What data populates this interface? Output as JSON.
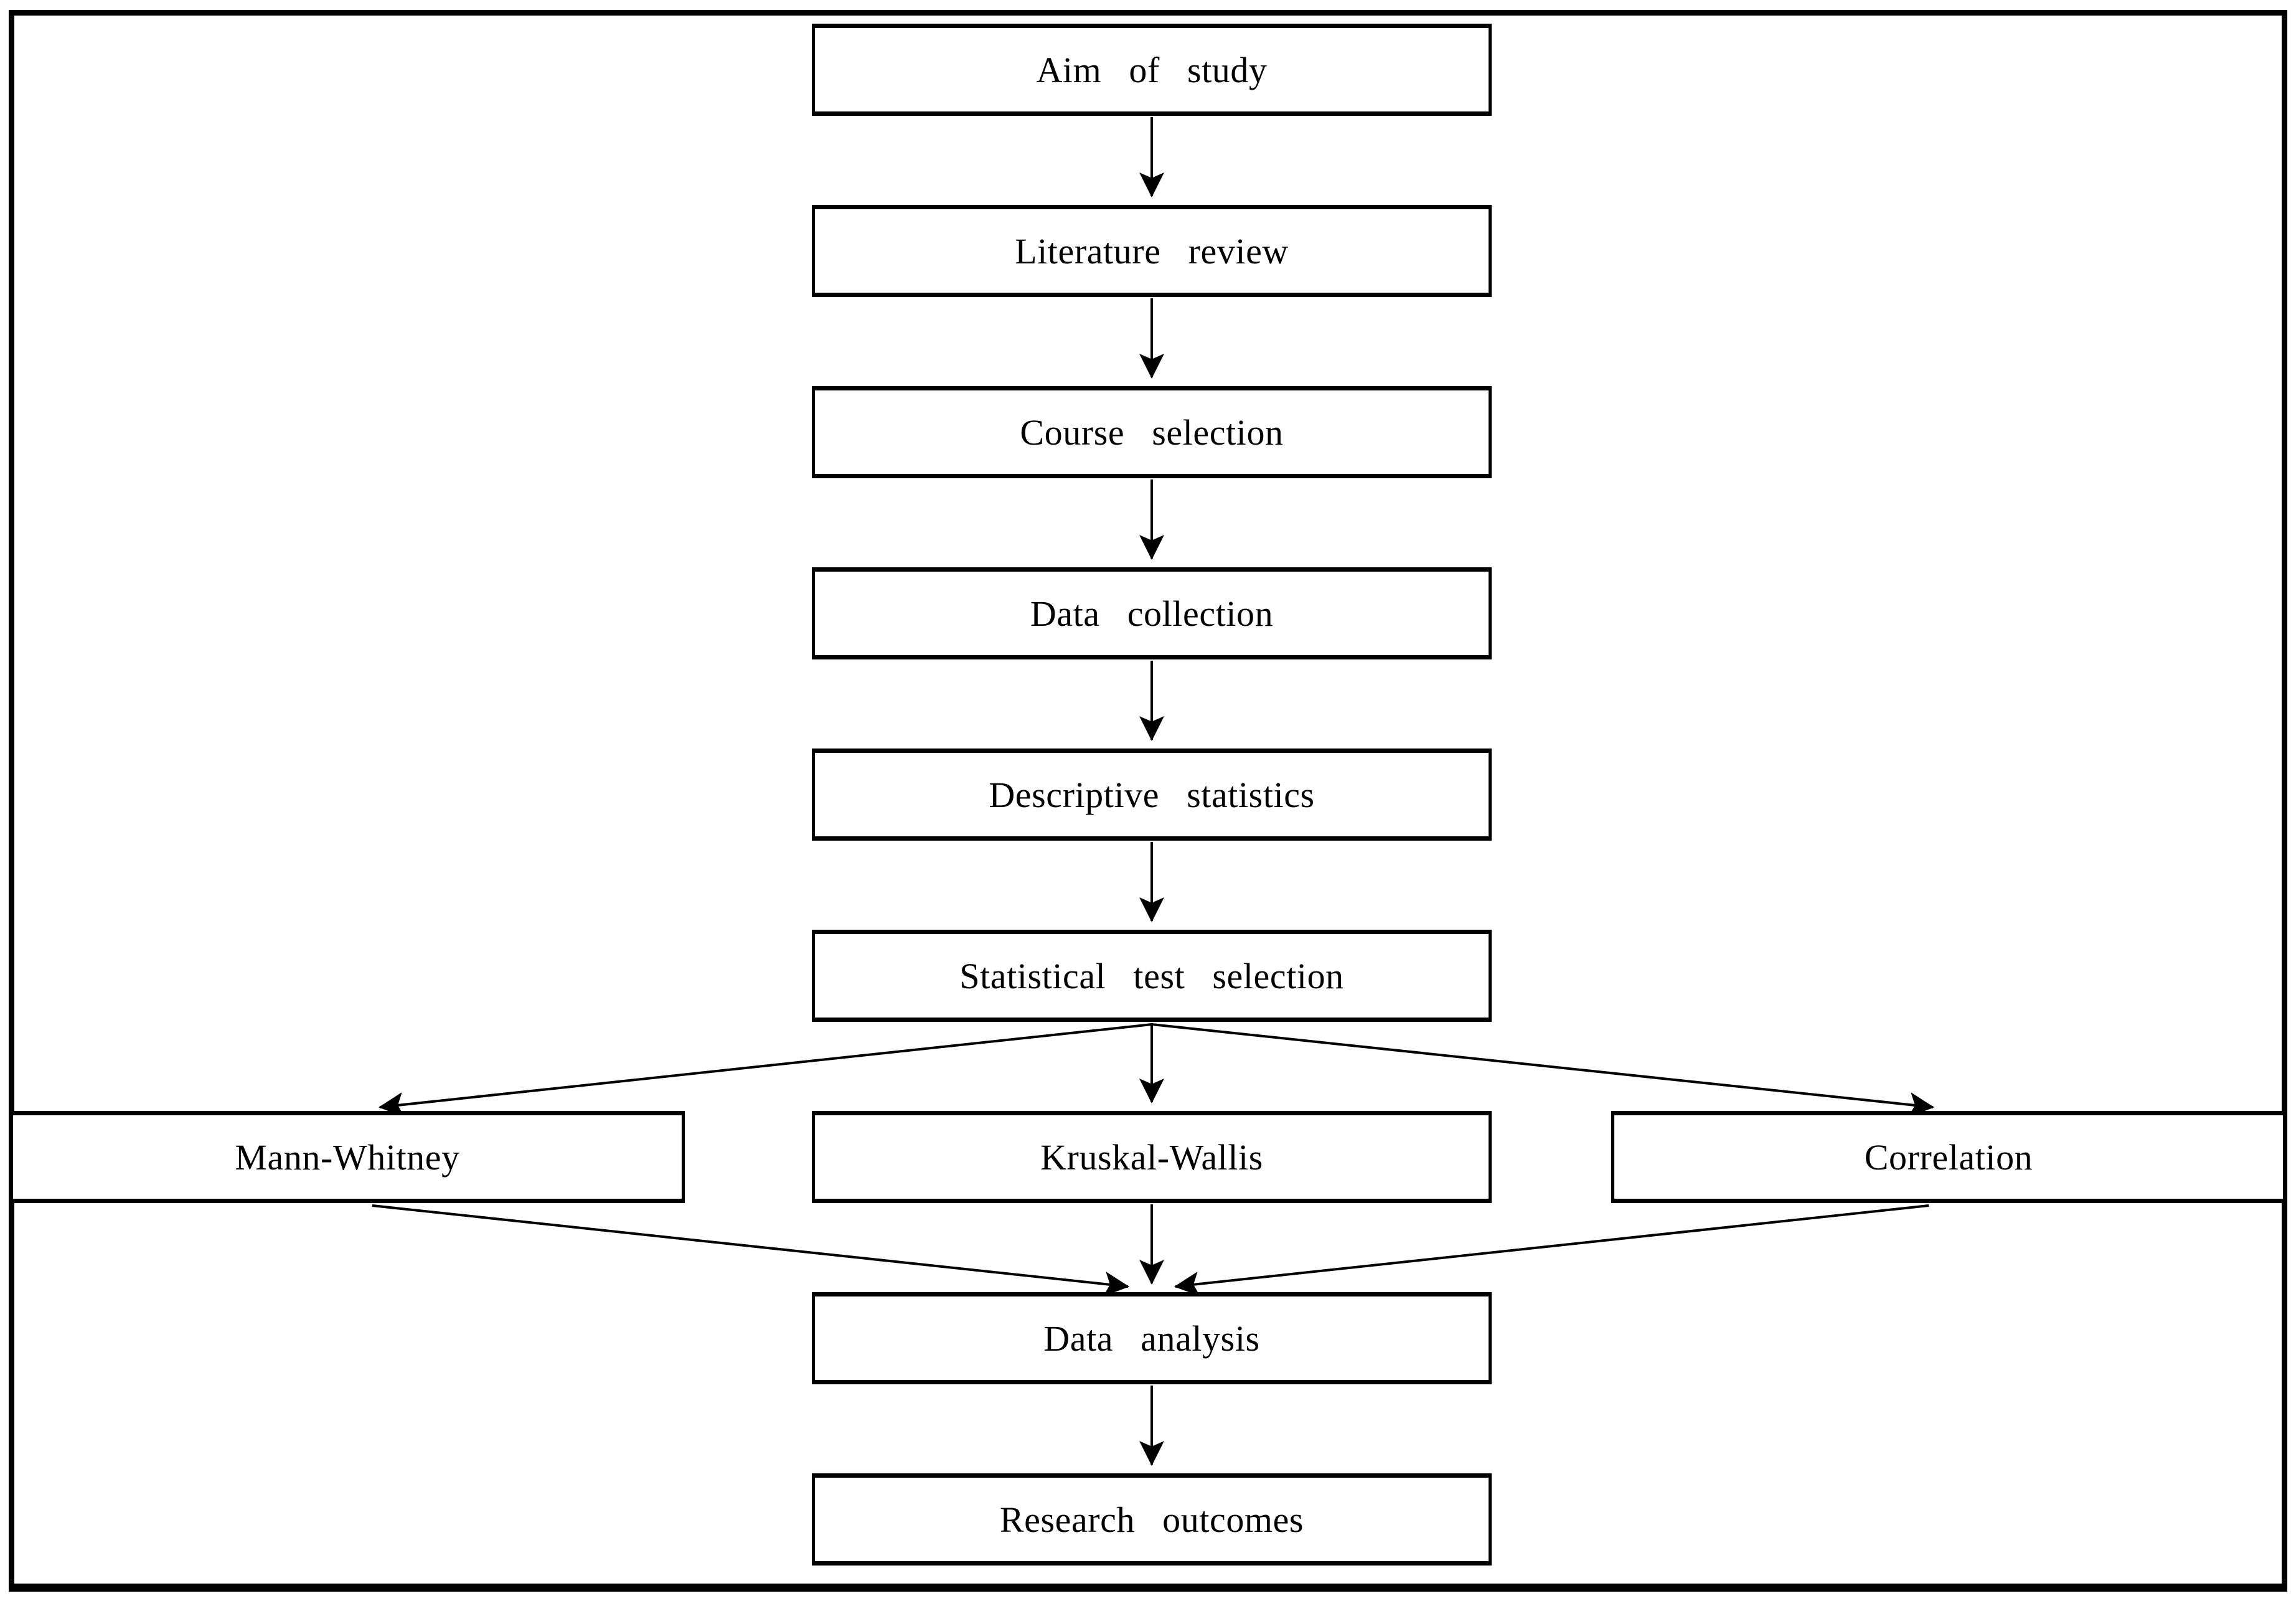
{
  "figure": {
    "type": "flowchart",
    "background_color": "#ffffff",
    "line_color": "#000000",
    "nodes": {
      "aim": {
        "label": "Aim of study"
      },
      "literature": {
        "label": "Literature review"
      },
      "course": {
        "label": "Course selection"
      },
      "collection": {
        "label": "Data collection"
      },
      "descriptive": {
        "label": "Descriptive statistics"
      },
      "test_selection": {
        "label": "Statistical test selection"
      },
      "mann_whitney": {
        "label": "Mann-Whitney"
      },
      "kruskal_wallis": {
        "label": "Kruskal-Wallis"
      },
      "correlation": {
        "label": "Correlation"
      },
      "analysis": {
        "label": "Data analysis"
      },
      "outcomes": {
        "label": "Research outcomes"
      }
    },
    "edges": [
      {
        "from": "aim",
        "to": "literature"
      },
      {
        "from": "literature",
        "to": "course"
      },
      {
        "from": "course",
        "to": "collection"
      },
      {
        "from": "collection",
        "to": "descriptive"
      },
      {
        "from": "descriptive",
        "to": "test_selection"
      },
      {
        "from": "test_selection",
        "to": "mann_whitney"
      },
      {
        "from": "test_selection",
        "to": "kruskal_wallis"
      },
      {
        "from": "test_selection",
        "to": "correlation"
      },
      {
        "from": "mann_whitney",
        "to": "analysis"
      },
      {
        "from": "kruskal_wallis",
        "to": "analysis"
      },
      {
        "from": "correlation",
        "to": "analysis"
      },
      {
        "from": "analysis",
        "to": "outcomes"
      }
    ]
  }
}
